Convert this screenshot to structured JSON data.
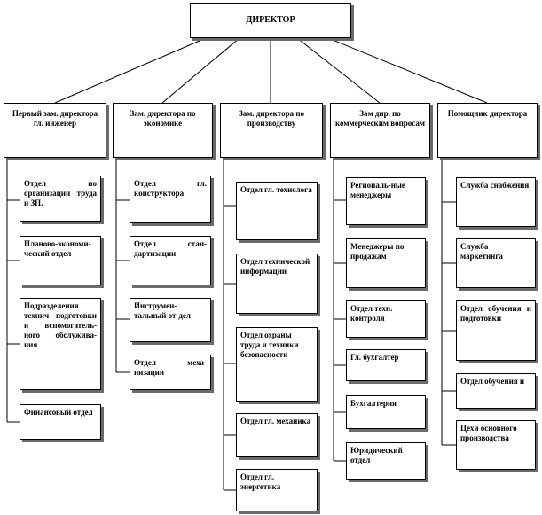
{
  "director": "ДИРЕКТОР",
  "columns": [
    {
      "head": "Первый зам. директора гл. инженер",
      "items": [
        "Отдел по организации труда и ЗП.",
        "Планово-экономи-ческий отдел",
        "Подразделения технич подготовки и вспомогатель-ного обслужива-ния",
        "Финансовый отдел"
      ]
    },
    {
      "head": "Зам. директора по экономике",
      "items": [
        "Отдел гл. конструктора",
        "Отдел стан-дартизации",
        "Инструмен-тальный от-дел",
        "Отдел меха-низации"
      ]
    },
    {
      "head": "Зам. директора по производству",
      "items": [
        "Отдел гл. технолога",
        "Отдел технической информации",
        "Отдел охраны труда и техники безопасности",
        "Отдел гл. механика",
        "Отдел гл. энергетика"
      ]
    },
    {
      "head": "Зам дир. по коммерческим вопросам",
      "items": [
        "Региональ-ные менеджеры",
        "Менеджеры по продажам",
        "Отдел техн. контроля",
        "Гл. бухгалтер",
        "Бухгалтерия",
        "Юридический отдел"
      ]
    },
    {
      "head": "Помощник директора",
      "items": [
        "Служба снабжения",
        "Служба маркетинга",
        "Отдел обучения и подготовки",
        "Отдел обучения и",
        "Цехи основного производства"
      ]
    }
  ]
}
